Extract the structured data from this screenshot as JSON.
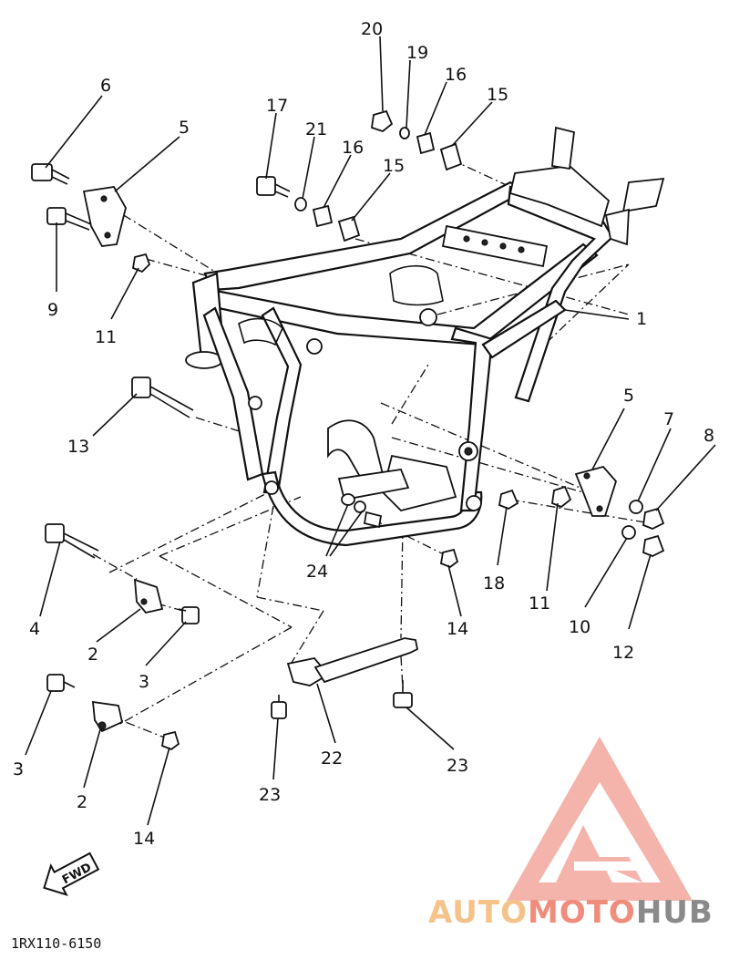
{
  "diagram": {
    "drawing_code": "1RX110-6150",
    "fwd_label": "FWD",
    "callouts": [
      {
        "id": "c20",
        "text": "20"
      },
      {
        "id": "c19",
        "text": "19"
      },
      {
        "id": "c16a",
        "text": "16"
      },
      {
        "id": "c15a",
        "text": "15"
      },
      {
        "id": "c6",
        "text": "6"
      },
      {
        "id": "c5a",
        "text": "5"
      },
      {
        "id": "c17",
        "text": "17"
      },
      {
        "id": "c21",
        "text": "21"
      },
      {
        "id": "c16b",
        "text": "16"
      },
      {
        "id": "c15b",
        "text": "15"
      },
      {
        "id": "c9",
        "text": "9"
      },
      {
        "id": "c11a",
        "text": "11"
      },
      {
        "id": "c1",
        "text": "1"
      },
      {
        "id": "c13",
        "text": "13"
      },
      {
        "id": "c5b",
        "text": "5"
      },
      {
        "id": "c7",
        "text": "7"
      },
      {
        "id": "c8",
        "text": "8"
      },
      {
        "id": "c24",
        "text": "24"
      },
      {
        "id": "c18",
        "text": "18"
      },
      {
        "id": "c11b",
        "text": "11"
      },
      {
        "id": "c10",
        "text": "10"
      },
      {
        "id": "c12",
        "text": "12"
      },
      {
        "id": "c14a",
        "text": "14"
      },
      {
        "id": "c4",
        "text": "4"
      },
      {
        "id": "c2a",
        "text": "2"
      },
      {
        "id": "c3a",
        "text": "3"
      },
      {
        "id": "c3b",
        "text": "3"
      },
      {
        "id": "c2b",
        "text": "2"
      },
      {
        "id": "c14b",
        "text": "14"
      },
      {
        "id": "c22",
        "text": "22"
      },
      {
        "id": "c23a",
        "text": "23"
      },
      {
        "id": "c23b",
        "text": "23"
      }
    ]
  },
  "watermark": {
    "brand_part1": "AUTO",
    "brand_part2": "MOTO",
    "brand_part3": "HUB",
    "color_part1": "#F5C38A",
    "color_part2": "#F08C7C",
    "color_part3": "#8A8A8A"
  }
}
